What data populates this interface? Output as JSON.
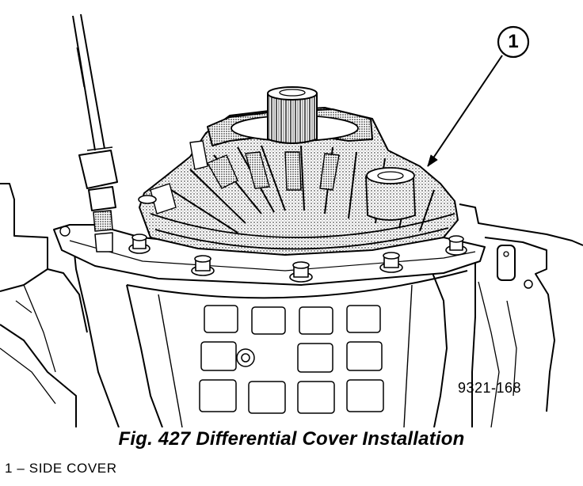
{
  "figure": {
    "callout": "1",
    "code": "9321-168",
    "caption": "Fig. 427 Differential Cover Installation"
  },
  "legend": [
    {
      "number": "1",
      "separator": " – ",
      "label": "SIDE COVER"
    }
  ]
}
